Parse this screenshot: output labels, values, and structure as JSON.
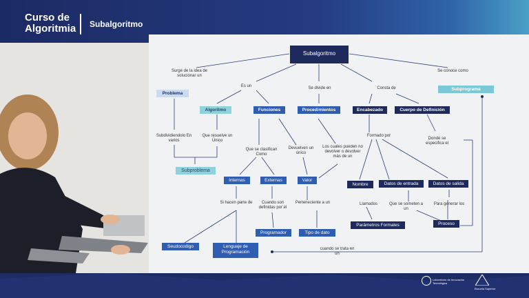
{
  "header": {
    "course_title": "Curso de Algoritmia",
    "section_title": "Subalgoritmo"
  },
  "map": {
    "root": "Subalgoritmo",
    "surge": "Surge de la idea de solucionar un",
    "se_conoce": "Se conoce como",
    "problema": "Problema",
    "subprograma": "Subprograma",
    "es_un": "Es un",
    "se_divide": "Se divide en",
    "consta": "Consta de",
    "algoritmo": "Algoritmo",
    "funciones": "Funciones",
    "procedimientos": "Procedimientos",
    "encabezado": "Encabezado",
    "cuerpo": "Cuerpo de Definición",
    "subdividiendolo": "Subdividiendolo En varios",
    "que_resuelve": "Que resuelve un Único",
    "subproblema": "Subproblema",
    "que_se_clasifican": "Que se clasifican Como",
    "devuelven": "Devuelven un único",
    "los_cuales": "Los cuales pueden no devolver o devolver más de un",
    "formado_por": "Formado por",
    "donde_se": "Donde se especifica el",
    "internas": "Internas",
    "externas": "Externas",
    "valor": "Valor",
    "nombre": "Nombre",
    "datos_entrada": "Datos de entrada",
    "datos_salida": "Datos de salida",
    "si_hacen": "Si hacen parte de",
    "cuando_son": "Cuando son definidas por el",
    "perteneciente": "Perteneciente a un",
    "llamados": "Llamados",
    "que_se_someten": "Que se someten a un",
    "para_generar": "Para generar los",
    "programador": "Programador",
    "tipo_dato": "Tipo de dato",
    "parametros": "Parámetros Formales",
    "proceso": "Proceso",
    "seudocodigo": "Seudocodigo",
    "lenguaje": "Lenguaje de Programación",
    "cuando_se_trata": "cuando se trata en un"
  },
  "footer": {
    "logo1": "Laboratorio de Innovación Tecnológica",
    "logo2": "Escuela Superior"
  }
}
